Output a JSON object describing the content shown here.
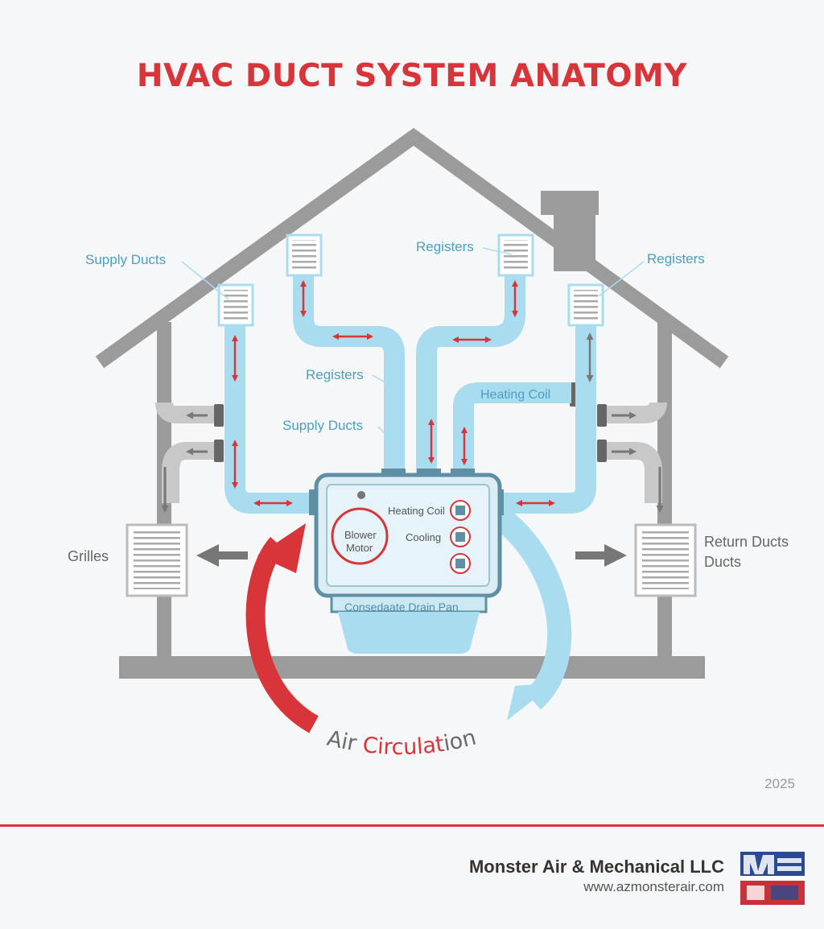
{
  "title": "HVAC DUCT SYSTEM ANATOMY",
  "labels": {
    "supply_ducts_left": "Supply Ducts",
    "registers_top_center": "Registers",
    "registers_right": "Registers",
    "registers_mid": "Registers",
    "supply_ducts_mid": "Supply Ducts",
    "heating_coil_duct": "Heating Coil",
    "grilles": "Grilles",
    "return_ducts_line1": "Return Ducts",
    "return_ducts_line2": "Ducts"
  },
  "unit": {
    "blower_line1": "Blower",
    "blower_line2": "Motor",
    "heating_coil": "Heating Coil",
    "cooling": "Cooling",
    "drain_pan": "Consedaate Drain Pan"
  },
  "circulation": {
    "part1": "Air ",
    "part2": "Circulat",
    "part3": "ion"
  },
  "colors": {
    "accent_red": "#d8353a",
    "duct_blue": "#a9dcef",
    "label_blue": "#4a9fbf",
    "house_gray": "#9a9a9a"
  },
  "year": "2025",
  "footer": {
    "company": "Monster Air & Mechanical LLC",
    "website": "www.azmonsterair.com"
  }
}
